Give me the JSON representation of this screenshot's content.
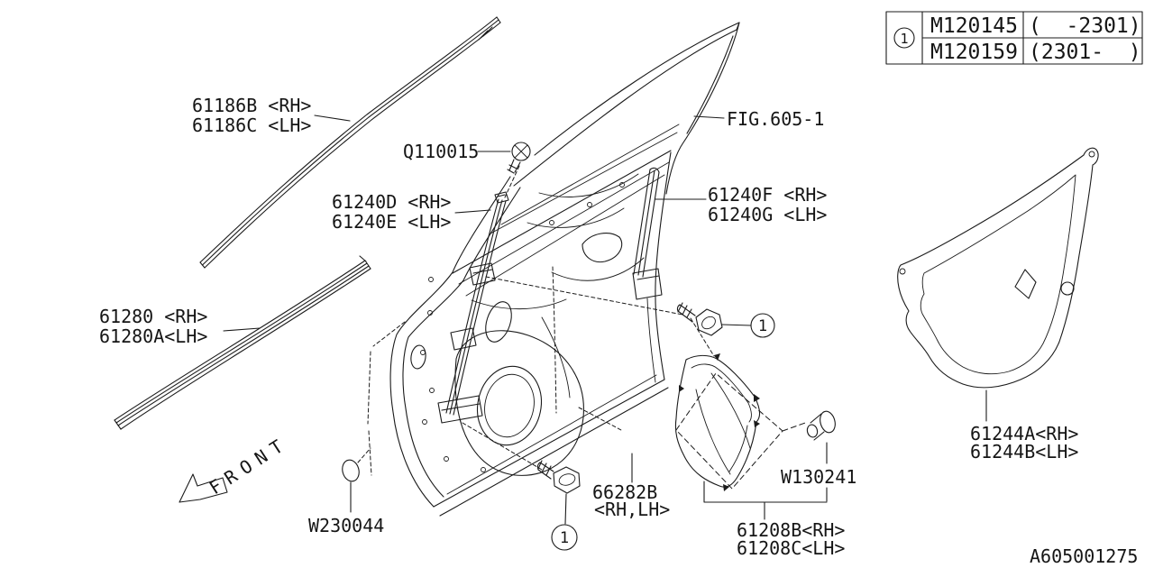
{
  "diagram": {
    "figure_reference": "FIG.605-1",
    "drawing_code": "A605001275",
    "direction_label": "FRONT",
    "callout_marker": "1",
    "parts": {
      "belt_molding_upper": {
        "line1": "61186B <RH>",
        "line2": "61186C <LH>"
      },
      "screw": {
        "text": "Q110015"
      },
      "sash_front": {
        "line1": "61240D <RH>",
        "line2": "61240E <LH>"
      },
      "sash_rear": {
        "line1": "61240F <RH>",
        "line2": "61240G <LH>"
      },
      "weatherstrip": {
        "line1": "61280 <RH>",
        "line2": "61280A<LH>"
      },
      "sealing_cover_rear": {
        "line1": "61244A<RH>",
        "line2": "61244B<LH>"
      },
      "plug": {
        "text": "W230044"
      },
      "sticker": {
        "line1": "66282B",
        "line2": "<RH,LH>"
      },
      "clip": {
        "text": "W130241"
      },
      "sealing_cover_front": {
        "line1": "61208B<RH>",
        "line2": "61208C<LH>"
      }
    },
    "ref_table": {
      "marker": "1",
      "rows": [
        {
          "part_no": "M120145",
          "applicability": "(  -2301)"
        },
        {
          "part_no": "M120159",
          "applicability": "(2301-  )"
        }
      ]
    }
  }
}
